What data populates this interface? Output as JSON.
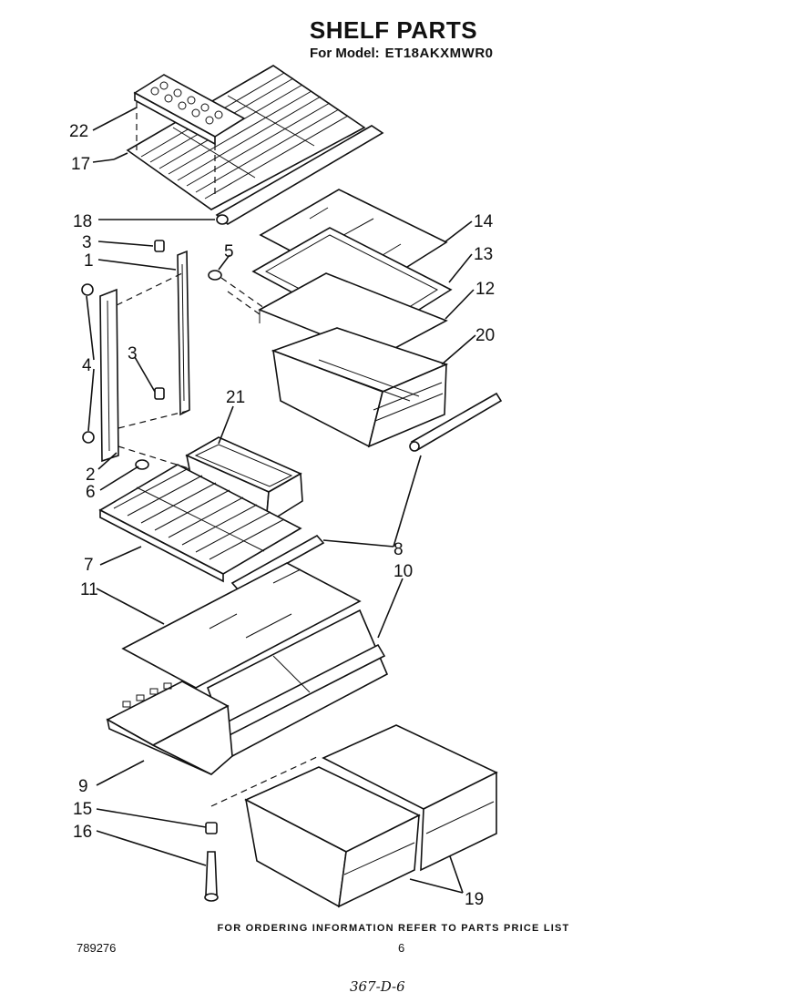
{
  "header": {
    "title": "SHELF PARTS",
    "subtitle_prefix": "For Model:",
    "model": "ET18AKXMWR0"
  },
  "callouts": {
    "c22": "22",
    "c17": "17",
    "c18": "18",
    "c14": "14",
    "c3a": "3",
    "c5": "5",
    "c13": "13",
    "c1": "1",
    "c12": "12",
    "c20": "20",
    "c4": "4",
    "c3b": "3",
    "c21": "21",
    "c2": "2",
    "c6": "6",
    "c8": "8",
    "c7": "7",
    "c10": "10",
    "c11": "11",
    "c9": "9",
    "c15": "15",
    "c16": "16",
    "c19": "19"
  },
  "footer": {
    "ordering_note": "FOR ORDERING INFORMATION REFER TO PARTS PRICE LIST",
    "doc_number": "789276",
    "page_number": "6",
    "handwritten_ref": "367-D-6"
  }
}
